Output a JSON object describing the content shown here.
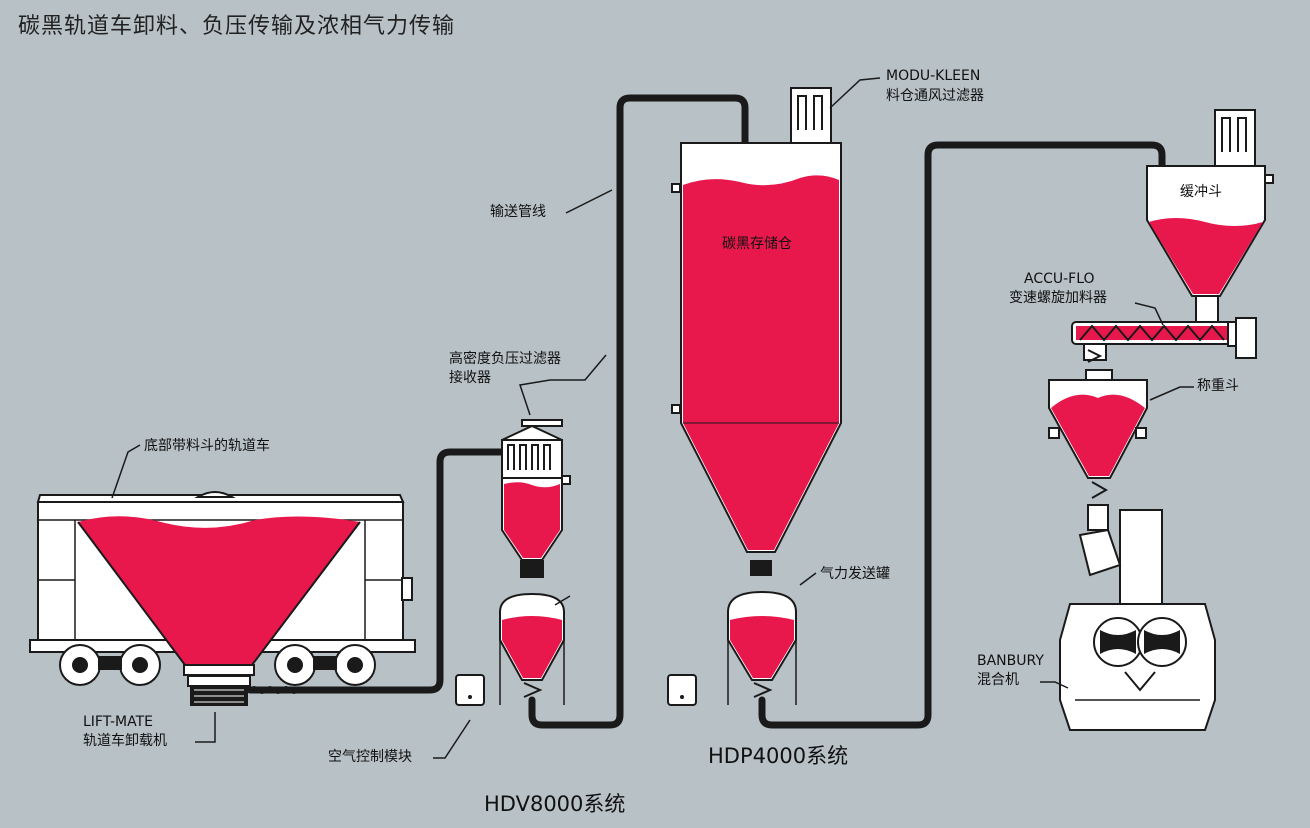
{
  "title": "碳黑轨道车卸料、负压传输及浓相气力传输",
  "labels": {
    "railcar": "底部带料斗的轨道车",
    "liftmate_1": "LIFT-MATE",
    "liftmate_2": "轨道车卸载机",
    "receiver_1": "高密度负压过滤器",
    "receiver_2": "接收器",
    "pipeline": "输送管线",
    "air_module": "空气控制模块",
    "modu_1": "MODU-KLEEN",
    "modu_2": "料仓通风过滤器",
    "silo": "碳黑存储仓",
    "pressure_vessel": "气力发送罐",
    "buffer": "缓冲斗",
    "accu_1": "ACCU-FLO",
    "accu_2": "变速螺旋加料器",
    "weigh": "称重斗",
    "banbury_1": "BANBURY",
    "banbury_2": "混合机"
  },
  "systems": {
    "hdv": "HDV8000系统",
    "hdp": "HDP4000系统"
  },
  "colors": {
    "background": "#b8c1c6",
    "material": "#e8174c",
    "equipment": "#ffffff",
    "outline": "#1a1a1a"
  }
}
